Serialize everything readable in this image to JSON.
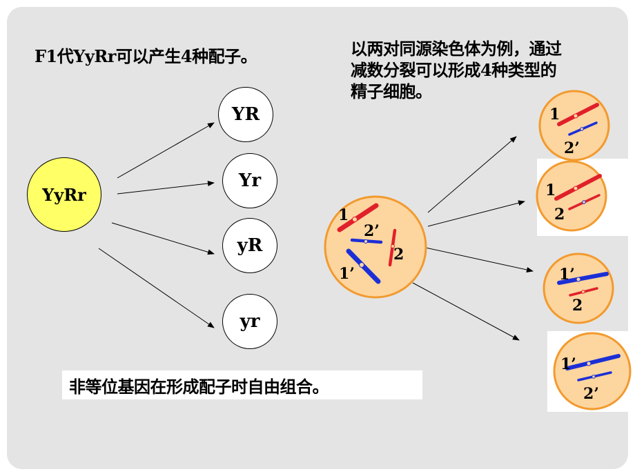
{
  "left_title": "F1代YyRr可以产生4种配子。",
  "right_title": {
    "lines": [
      "以两对同源染色体为例，通过",
      "减数分裂可以形成4种类型的",
      "精子细胞。"
    ]
  },
  "parent_genotype": "YyRr",
  "gametes": [
    "YR",
    "Yr",
    "yR",
    "yr"
  ],
  "footer": "非等位基因在形成配子时自由组合。",
  "mother_cell_labels": {
    "a": "1",
    "b": "2’",
    "c": "2",
    "d": "1’"
  },
  "daughter_cells": [
    {
      "top": "1",
      "bottom": "2’"
    },
    {
      "top": "1",
      "bottom": "2"
    },
    {
      "top": "1’",
      "bottom": "2"
    },
    {
      "top": "1’",
      "bottom": "2’"
    }
  ],
  "colors": {
    "parent_fill": "#ffff66",
    "cell_fill": "#fdd59f",
    "cell_border": "#f29a2e",
    "chromosome_red": "#e0202a",
    "chromosome_blue": "#1c2fd6"
  }
}
